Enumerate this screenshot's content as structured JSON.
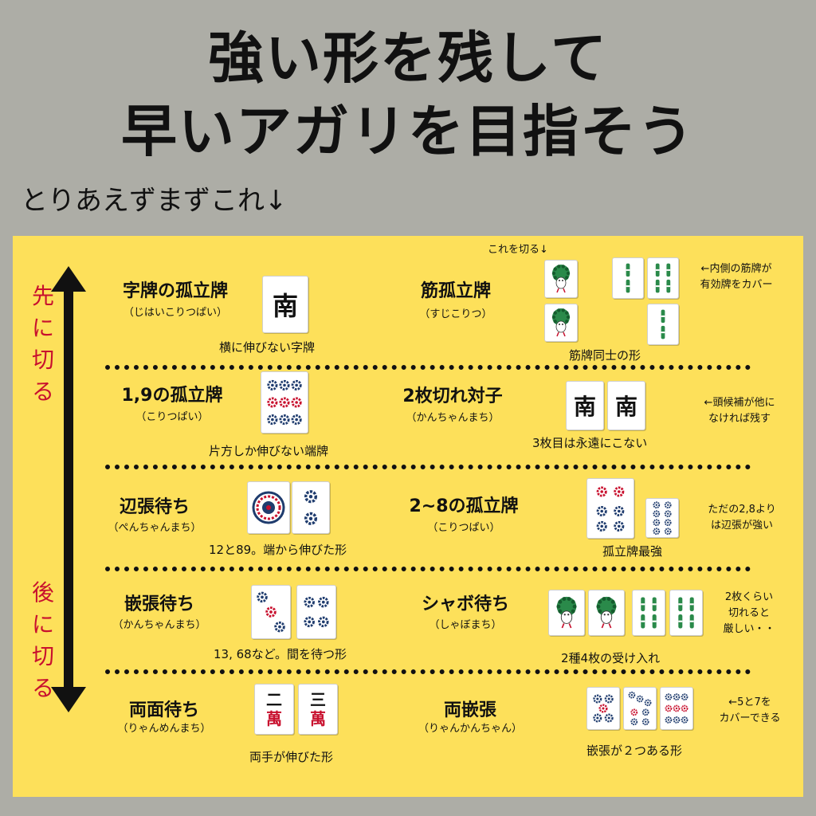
{
  "title_line1": "強い形を残して",
  "title_line2": "早いアガリを目指そう",
  "subtitle": "とりあえずまずこれ↓",
  "axis": {
    "top_label": [
      "先",
      "に",
      "切",
      "る"
    ],
    "bottom_label": [
      "後",
      "に",
      "切",
      "る"
    ]
  },
  "colors": {
    "background": "#adada6",
    "board": "#fde05a",
    "accent_red": "#c8102e",
    "sou_green": "#2a8a4a",
    "pin_blue": "#1f3c6e",
    "pin_red": "#c8102e"
  },
  "rows": [
    {
      "left": {
        "name": "字牌の孤立牌",
        "reading": "（じはいこりつぱい）",
        "caption": "横に伸びない字牌",
        "tile": "南"
      },
      "right": {
        "name": "筋孤立牌",
        "reading": "（すじこりつ）",
        "caption": "筋牌同士の形",
        "top_note": "これを切る↓",
        "side_note": [
          "←内側の筋牌が",
          "有効牌をカバー"
        ]
      }
    },
    {
      "left": {
        "name": "1,9の孤立牌",
        "reading": "（こりつぱい）",
        "caption": "片方しか伸びない端牌"
      },
      "right": {
        "name": "2枚切れ対子",
        "reading": "（かんちゃんまち）",
        "caption": "3枚目は永遠にこない",
        "tiles": [
          "南",
          "南"
        ],
        "side_note": [
          "←頭候補が他に",
          "なければ残す"
        ]
      }
    },
    {
      "left": {
        "name": "辺張待ち",
        "reading": "（ぺんちゃんまち）",
        "caption": "12と89。端から伸びた形"
      },
      "right": {
        "name": "2~8の孤立牌",
        "reading": "（こりつぱい）",
        "caption": "孤立牌最強",
        "side_note": [
          "ただの2,8より",
          "は辺張が強い"
        ]
      }
    },
    {
      "left": {
        "name": "嵌張待ち",
        "reading": "（かんちゃんまち）",
        "caption": "13, 68など。間を待つ形"
      },
      "right": {
        "name": "シャボ待ち",
        "reading": "（しゃぼまち）",
        "caption": "2種4枚の受け入れ",
        "side_note": [
          "2枚くらい",
          "切れると",
          "厳しい・・"
        ]
      }
    },
    {
      "left": {
        "name": "両面待ち",
        "reading": "（りゃんめんまち）",
        "caption": "両手が伸びた形",
        "tiles": [
          {
            "num": "二",
            "suit": "萬"
          },
          {
            "num": "三",
            "suit": "萬"
          }
        ]
      },
      "right": {
        "name": "両嵌張",
        "reading": "（りゃんかんちゃん）",
        "caption": "嵌張が２つある形",
        "side_note": [
          "←5と7を",
          "カバーできる"
        ]
      }
    }
  ],
  "icons": {
    "sou1": "peacock-icon",
    "pin": "circle-dot-icon",
    "sou": "bamboo-stick-icon"
  }
}
